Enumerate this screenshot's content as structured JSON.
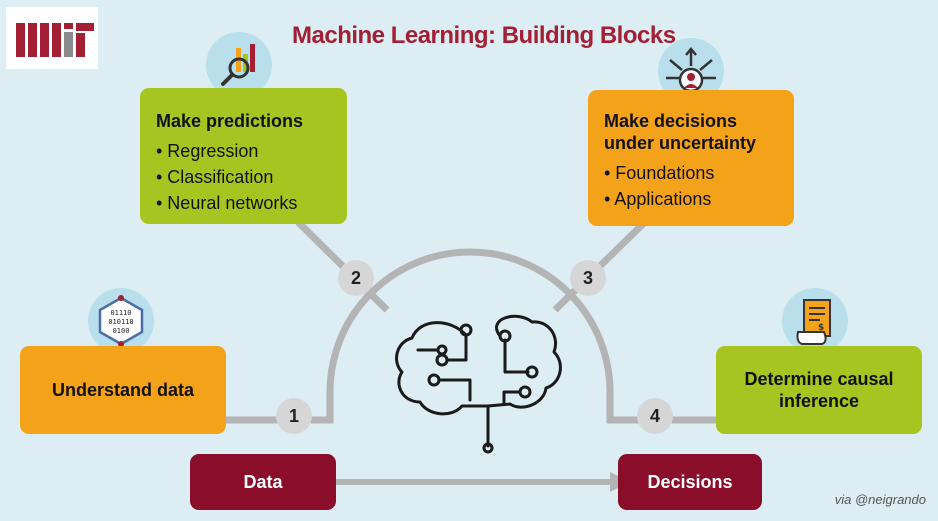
{
  "title": "Machine Learning: Building Blocks",
  "logo": {
    "text": "MIT",
    "color": "#a31f34"
  },
  "steps": [
    {
      "number": "1",
      "label": "Understand data"
    },
    {
      "number": "2",
      "heading": "Make predictions",
      "items": [
        "• Regression",
        "• Classification",
        "• Neural networks"
      ]
    },
    {
      "number": "3",
      "heading": "Make decisions under uncertainty",
      "items": [
        "• Foundations",
        "• Applications"
      ]
    },
    {
      "number": "4",
      "label": "Determine causal inference"
    }
  ],
  "flow": {
    "start": "Data",
    "end": "Decisions"
  },
  "credit": "via @neigrando",
  "colors": {
    "background": "#dcedf3",
    "green": "#a7c520",
    "orange": "#f5a21b",
    "maroon": "#8a0d2a",
    "connector": "#b4b4b4",
    "title": "#a31f34"
  },
  "icons": [
    "chart-magnifier-icon",
    "binary-data-icon",
    "decision-arrows-icon",
    "document-invoice-icon",
    "brain-circuit-icon"
  ]
}
